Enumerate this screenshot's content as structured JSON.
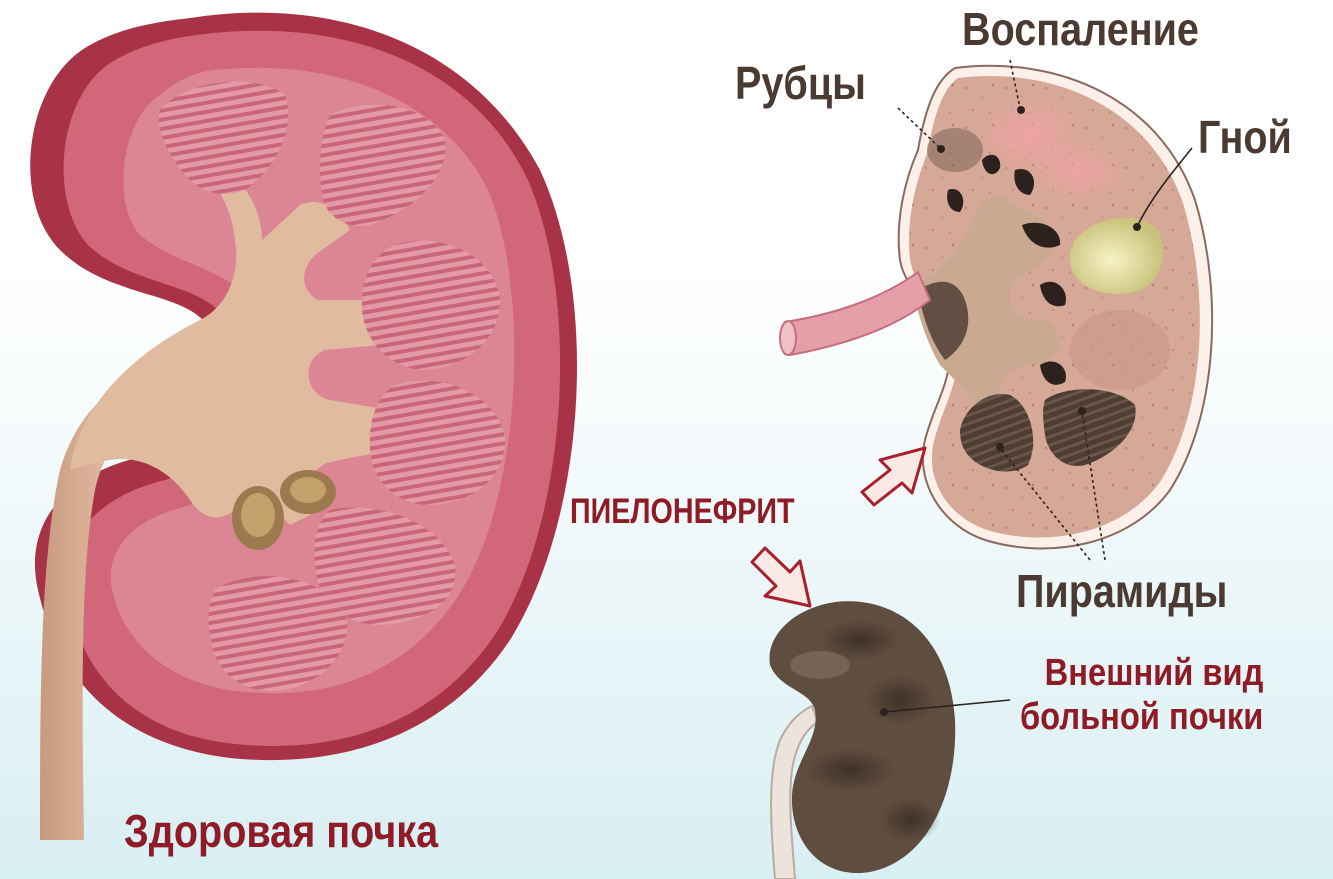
{
  "labels": {
    "inflammation": "Воспаление",
    "scars": "Рубцы",
    "pus": "Гной",
    "pyelonephritis": "ПИЕЛОНЕФРИТ",
    "pyramids": "Пирамиды",
    "diseased_line1": "Внешний вид",
    "diseased_line2": "больной почки",
    "healthy": "Здоровая почка"
  },
  "colors": {
    "label_dark": "#4a3a32",
    "label_red": "#8e1b25",
    "kidney_cortex": "#c9596c",
    "pelvis_beige": "#dcb59a",
    "section_tissue": "#d3a596",
    "pus_yellow": "#ece7a4",
    "diseased_surface": "#5b4a3c",
    "background": "#dff2f5"
  }
}
